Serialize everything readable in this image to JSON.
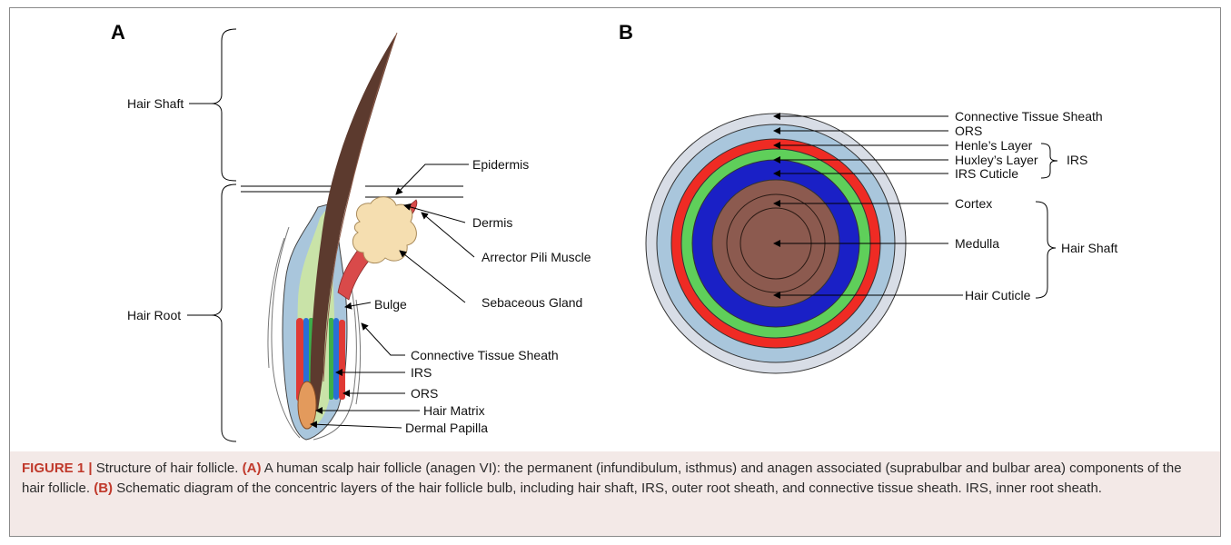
{
  "panel_a": {
    "label": "A",
    "brackets": {
      "hair_shaft": "Hair Shaft",
      "hair_root": "Hair Root"
    },
    "labels": {
      "epidermis": "Epidermis",
      "dermis": "Dermis",
      "arrector": "Arrector Pili Muscle",
      "sebaceous": "Sebaceous Gland",
      "bulge": "Bulge",
      "cts": "Connective Tissue Sheath",
      "irs": "IRS",
      "ors": "ORS",
      "matrix": "Hair Matrix",
      "papilla": "Dermal Papilla"
    }
  },
  "panel_b": {
    "label": "B",
    "labels": {
      "cts": "Connective Tissue Sheath",
      "ors": "ORS",
      "henle": "Henle’s Layer",
      "huxley": "Huxley’s Layer",
      "irs_cuticle": "IRS Cuticle",
      "cortex": "Cortex",
      "medulla": "Medulla",
      "hair_cuticle": "Hair Cuticle",
      "irs_group": "IRS",
      "hair_shaft_group": "Hair Shaft"
    },
    "colors": {
      "cts": "#d8dde6",
      "ors": "#a9c6dc",
      "henle": "#ef2b24",
      "huxley": "#5fcf5a",
      "irs_cuticle": "#1a20c6",
      "hair": "#8c5a4f"
    }
  },
  "caption": {
    "figure_label": "FIGURE 1 |",
    "intro": " Structure of hair follicle. ",
    "a_tag": "(A)",
    "a_text": " A human scalp hair follicle (anagen VI): the permanent (infundibulum, isthmus) and anagen associated (suprabulbar and bulbar area) components of the hair follicle. ",
    "b_tag": "(B)",
    "b_text": " Schematic diagram of the concentric layers of the hair follicle bulb, including hair shaft, IRS, outer root sheath, and connective tissue sheath. IRS, inner root sheath."
  }
}
